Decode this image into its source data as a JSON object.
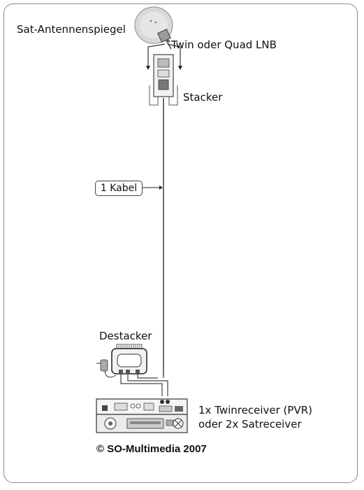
{
  "labels": {
    "dish": "Sat-Antennenspiegel",
    "lnb": "Twin oder Quad LNB",
    "stacker": "Stacker",
    "cable": "1 Kabel",
    "destacker": "Destacker",
    "receiver_line1": "1x Twinreceiver (PVR)",
    "receiver_line2": "oder 2x Satreceiver",
    "copyright": "© SO-Multimedia 2007"
  }
}
